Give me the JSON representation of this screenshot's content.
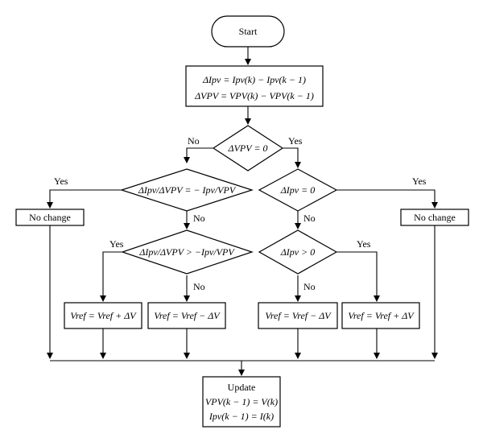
{
  "start": "Start",
  "compute": {
    "line1": "ΔIpv = Ipv(k) − Ipv(k − 1)",
    "line2": "ΔVPV = VPV(k) − VPV(k − 1)"
  },
  "decision_dv": "ΔVPV = 0",
  "decision_left1": "ΔIpv/ΔVPV = − Ipv/VPV",
  "decision_left2": "ΔIpv/ΔVPV > −Ipv/VPV",
  "decision_right1": "ΔIpv = 0",
  "decision_right2": "ΔIpv > 0",
  "no_change_left": "No change",
  "no_change_right": "No change",
  "action_ll": "Vref = Vref + ΔV",
  "action_lr": "Vref = Vref − ΔV",
  "action_rl": "Vref = Vref − ΔV",
  "action_rr": "Vref = Vref + ΔV",
  "update": {
    "title": "Update",
    "line1": "VPV(k − 1) = V(k)",
    "line2": "Ipv(k − 1) = I(k)"
  },
  "labels": {
    "yes": "Yes",
    "no": "No"
  }
}
